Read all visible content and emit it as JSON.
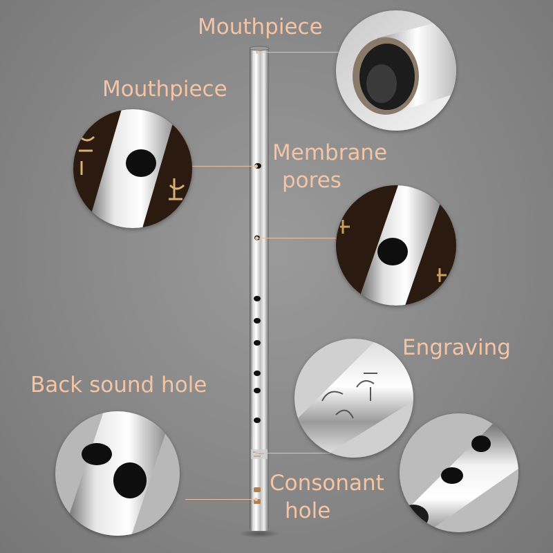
{
  "labels": {
    "mouthpiece_top": "Mouthpiece",
    "mouthpiece_left": "Mouthpiece",
    "membrane_line1": "Membrane",
    "membrane_line2": "pores",
    "engraving": "Engraving",
    "back_sound_hole": "Back sound hole",
    "consonant_line1": "Consonant",
    "consonant_line2": "hole"
  },
  "colors": {
    "label_text": "#f4c4a4",
    "background": "#8a8a8a",
    "metal_light": "#f2f2f2",
    "metal_dark": "#2a2a2a"
  }
}
